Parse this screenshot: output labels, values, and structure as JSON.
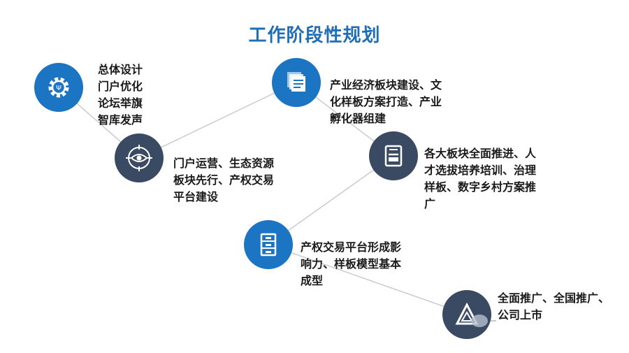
{
  "title": "工作阶段性规划",
  "colors": {
    "title": "#1f6fb6",
    "blue": "#1b75c2",
    "navy": "#3b4a63",
    "line": "#c8ccd2"
  },
  "stages": [
    {
      "icon": "gear-icon",
      "label": "总体设计\n门户优化\n论坛举旗\n智库发声"
    },
    {
      "icon": "target-eye-icon",
      "label": "门户运营、生态资源\n板块先行、产权交易\n平台建设"
    },
    {
      "icon": "documents-icon",
      "label": "产业经济板块建设、文\n化样板方案打造、产业\n孵化器组建"
    },
    {
      "icon": "printer-icon",
      "label": "各大板块全面推进、人\n才选拔培养培训、治理\n样板、数字乡村方案推\n广"
    },
    {
      "icon": "cabinet-icon",
      "label": "产权交易平台形成影\n响力、样板模型基本\n成型"
    },
    {
      "icon": "triangle-icon",
      "label": "全面推广、全国推广、\n公司上市"
    }
  ],
  "watermark": {
    "icon": "wechat-icon",
    "text": ""
  }
}
